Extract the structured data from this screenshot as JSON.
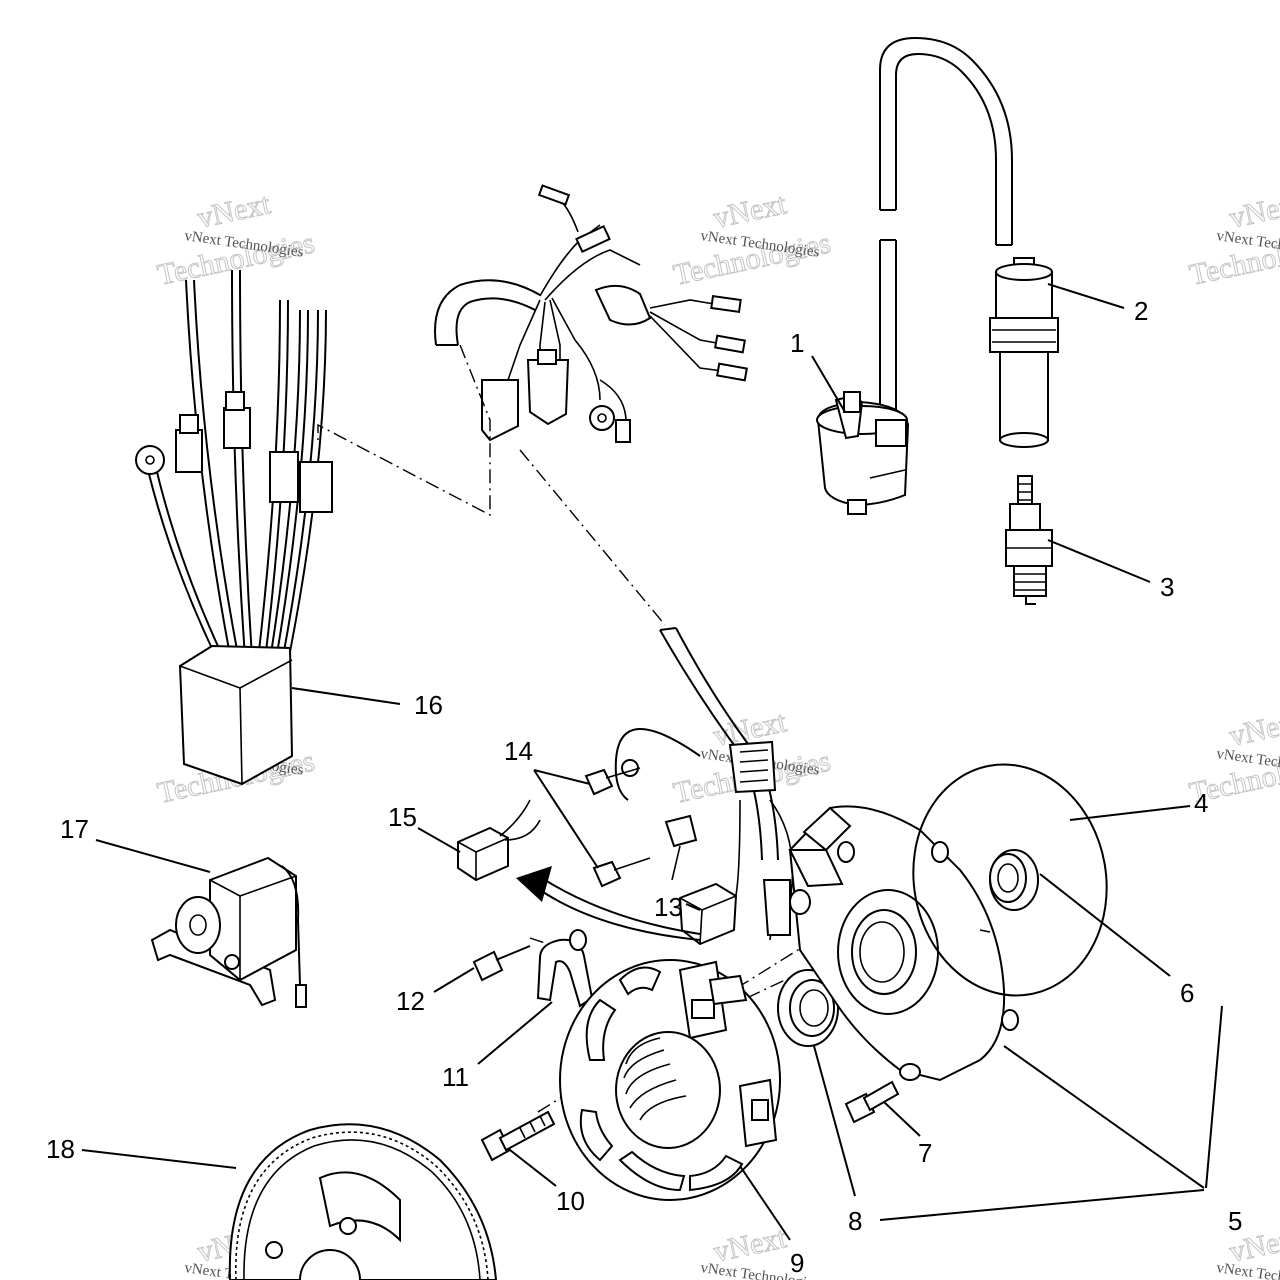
{
  "callouts": [
    "1",
    "2",
    "3",
    "4",
    "5",
    "6",
    "7",
    "8",
    "9",
    "10",
    "11",
    "12",
    "13",
    "14",
    "15",
    "16",
    "17",
    "18"
  ],
  "watermark": {
    "line1": "vNext Technologies",
    "line2": "vNext",
    "line3": "Technologies"
  }
}
